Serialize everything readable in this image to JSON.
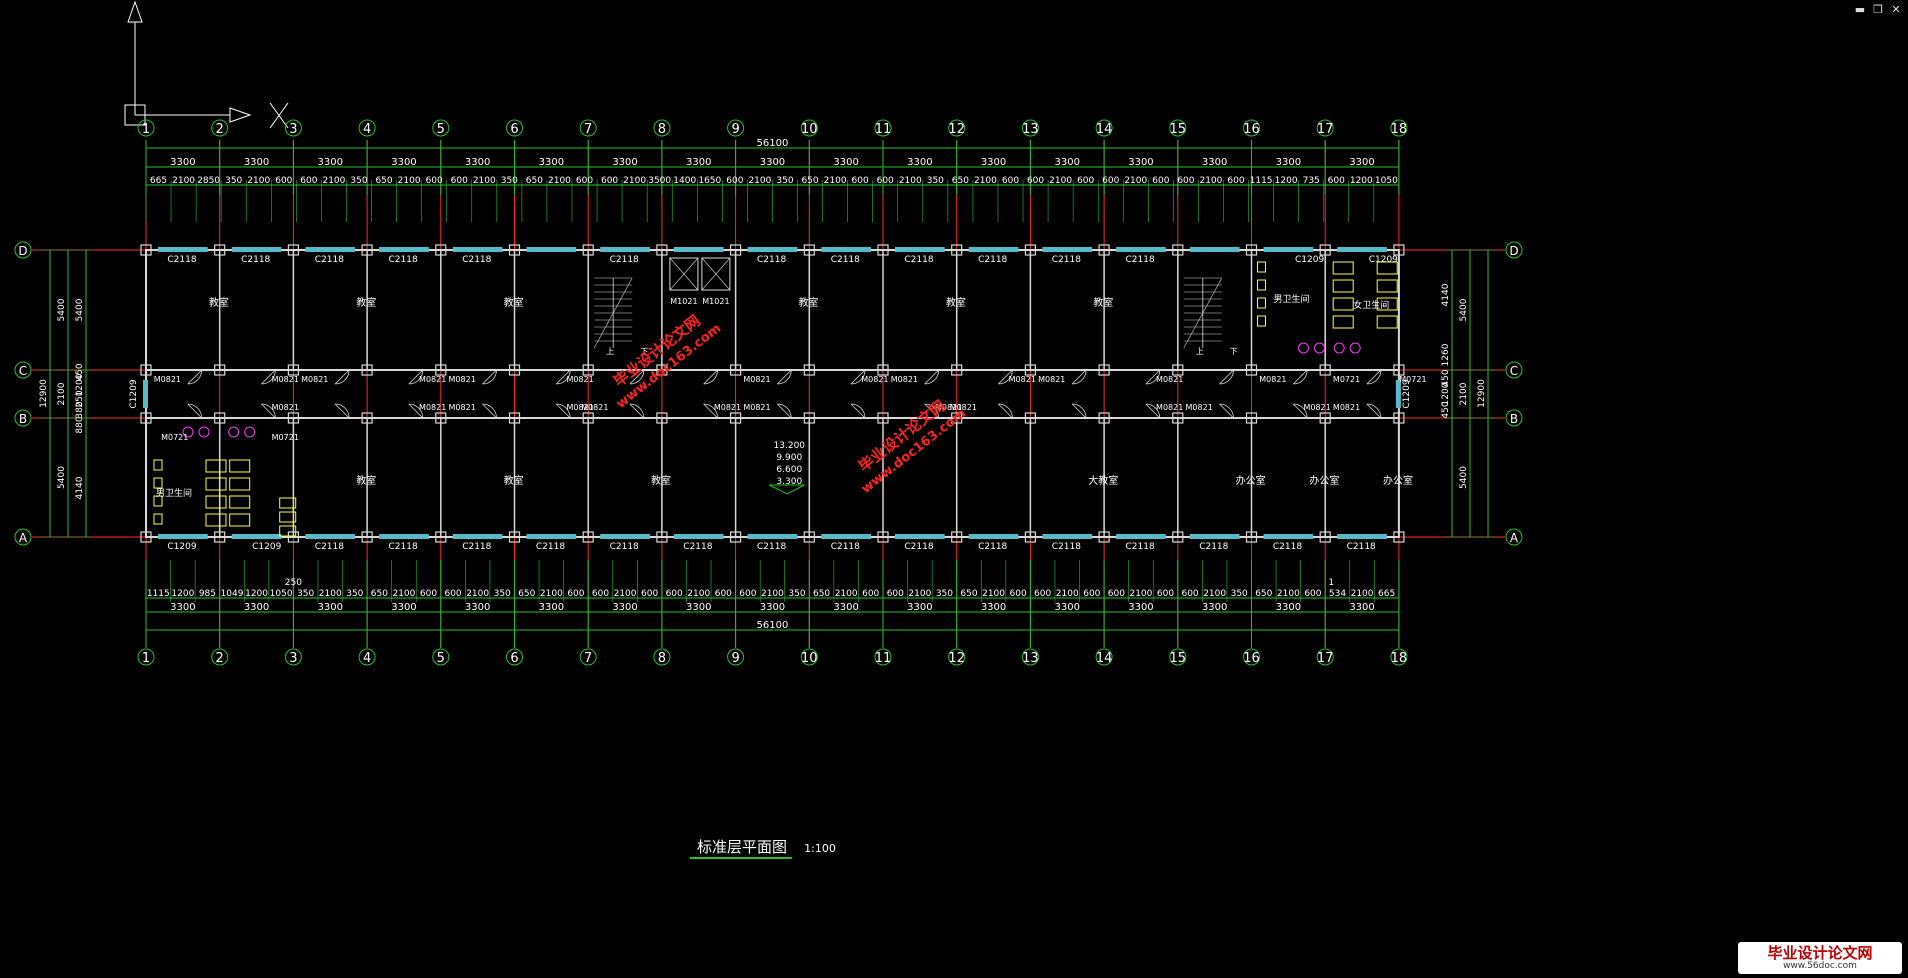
{
  "window": {
    "minimize": "▬",
    "restore": "❐",
    "close": "✕"
  },
  "colors": {
    "bg": "#000000",
    "dim": "#22c32c",
    "axis": "#ff2a2a",
    "wall": "#d8d8d8",
    "window": "#58b9c8",
    "text": "#ffffff",
    "fixture": "#ffff33",
    "toilet": "#ff33ff",
    "watermark": "#ff2222",
    "title_underline": "#22c32c"
  },
  "ucs": {
    "x_label": "X"
  },
  "axes": {
    "numbers": [
      "1",
      "2",
      "3",
      "4",
      "5",
      "6",
      "7",
      "8",
      "9",
      "10",
      "11",
      "12",
      "13",
      "14",
      "15",
      "16",
      "17",
      "18"
    ],
    "rows": [
      "D",
      "C",
      "B",
      "A"
    ]
  },
  "dims": {
    "top_total": "56100",
    "top_spans": [
      "3300",
      "3300",
      "3300",
      "3300",
      "3300",
      "3300",
      "3300",
      "3300",
      "3300",
      "3300",
      "3300",
      "3300",
      "3300",
      "3300",
      "3300",
      "3300",
      "3300"
    ],
    "top_detail": [
      "665",
      "2100",
      "2850",
      "350",
      "2100",
      "600",
      "600",
      "2100",
      "350",
      "650",
      "2100",
      "600",
      "600",
      "2100",
      "350",
      "650",
      "2100",
      "600",
      "600",
      "2100",
      "3500",
      "1400",
      "1650",
      "600",
      "2100",
      "350",
      "650",
      "2100",
      "600",
      "600",
      "2100",
      "350",
      "650",
      "2100",
      "600",
      "600",
      "2100",
      "600",
      "600",
      "2100",
      "600",
      "600",
      "2100",
      "600",
      "1115",
      "1200",
      "735",
      "600",
      "1200",
      "1050"
    ],
    "bottom_detail": [
      "1115",
      "1200",
      "985",
      "1049",
      "1200",
      "1050",
      "350",
      "2100",
      "350",
      "650",
      "2100",
      "600",
      "600",
      "2100",
      "350",
      "650",
      "2100",
      "600",
      "600",
      "2100",
      "600",
      "600",
      "2100",
      "600",
      "600",
      "2100",
      "350",
      "650",
      "2100",
      "600",
      "600",
      "2100",
      "350",
      "650",
      "2100",
      "600",
      "600",
      "2100",
      "600",
      "600",
      "2100",
      "600",
      "600",
      "2100",
      "350",
      "650",
      "2100",
      "600",
      "534",
      "2100",
      "665"
    ],
    "bottom_extra": "250",
    "bottom_extra2": "1",
    "bottom_spans": [
      "3300",
      "3300",
      "3300",
      "3300",
      "3300",
      "3300",
      "3300",
      "3300",
      "3300",
      "3300",
      "3300",
      "3300",
      "3300",
      "3300",
      "3300",
      "3300",
      "3300"
    ],
    "bottom_total": "56100",
    "left_outer": "12900",
    "left_mid": [
      "5400",
      "2100",
      "5400"
    ],
    "left_inner": [
      "5400",
      "450",
      "1200",
      "250",
      "380",
      "880",
      "4140"
    ],
    "right_outer": "12900",
    "right_mid": [
      "5400",
      "2100",
      "5400"
    ],
    "right_inner": [
      "4140",
      "1260",
      "450",
      "1200",
      "450"
    ]
  },
  "labels": {
    "top_windows": [
      "C2118",
      "C2118",
      "C2118",
      "C2118",
      "C2118",
      "C2118",
      "C2118",
      "C2118",
      "C2118",
      "C2118",
      "C2118",
      "C2118",
      "C1209",
      "C1209"
    ],
    "bottom_windows": [
      "C1209",
      "C1209",
      "C2118",
      "C2118",
      "C2118",
      "C2118",
      "C2118",
      "C2118",
      "C2118",
      "C2118",
      "C2118",
      "C2118",
      "C2118",
      "C2118",
      "C2118",
      "C2118",
      "C2118"
    ],
    "side_window": "C1209",
    "elevator_doors": [
      "M1021",
      "M1021"
    ],
    "doors_c": [
      "M0821",
      "M0821",
      "M0821",
      "M0821",
      "M0821",
      "M0821",
      "M0821",
      "M0821",
      "M0821",
      "M0821",
      "M0821",
      "M0821",
      "M0821",
      "M0721",
      "M0721"
    ],
    "doors_b": [
      "M0821",
      "M0821",
      "M0821",
      "M0821",
      "M0821",
      "M0821",
      "M0821",
      "M0821",
      "M0821",
      "M0821",
      "M0821",
      "M0821",
      "M0821",
      "M0721",
      "M0721"
    ],
    "rooms_top": [
      "教室",
      "教室",
      "教室",
      "教室",
      "教室",
      "教室"
    ],
    "rooms_bottom": [
      "教室",
      "教室",
      "教室",
      "大教室",
      "办公室",
      "办公室",
      "办公室"
    ],
    "toilet_left": "男卫生间",
    "toilet_right_m": "男卫生间",
    "toilet_right_f": "女卫生间",
    "stair_up": "上",
    "stair_down": "下",
    "elevations": [
      "13.200",
      "9.900",
      "6.600",
      "3.300"
    ]
  },
  "watermark": {
    "line1": "毕业设计论文网",
    "line2": "www.doc163.com"
  },
  "title": {
    "text": "标准层平面图",
    "scale": "1:100"
  },
  "logo": {
    "text": "毕业设计论文网",
    "url": "www.56doc.com"
  }
}
